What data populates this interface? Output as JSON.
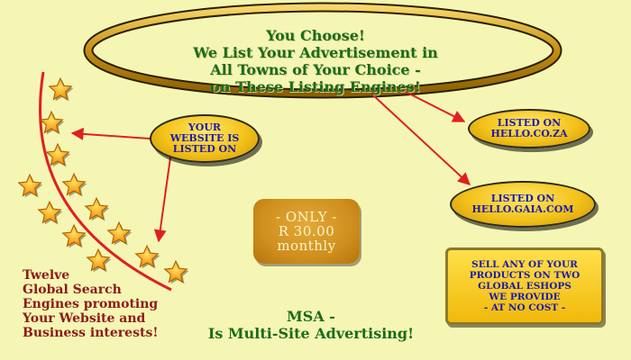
{
  "colors": {
    "background": "#f6f6b4",
    "headline_green": "#1c6b1c",
    "button_text_blue": "#1b1bb0",
    "engines_red": "#8b1a1a",
    "arrow_red": "#e02020",
    "star_gold": "#f4b400"
  },
  "headline": {
    "lines": [
      "You Choose!",
      "We List Your Advertisement in",
      "All Towns of Your Choice -",
      "on These Listing Engines!"
    ]
  },
  "website_listed": {
    "lines": [
      "YOUR",
      "WEBSITE IS",
      "LISTED ON"
    ]
  },
  "listing_hello": {
    "lines": [
      "LISTED ON",
      "HELLO.CO.ZA"
    ]
  },
  "listing_gaia": {
    "lines": [
      "LISTED ON",
      "HELLO.GAIA.COM"
    ]
  },
  "price": {
    "lines": [
      "- ONLY -",
      "R 30.00",
      "monthly"
    ]
  },
  "eshop": {
    "lines": [
      "SELL ANY OF YOUR",
      "PRODUCTS ON TWO",
      "GLOBAL ESHOPS",
      "WE PROVIDE",
      "- AT NO COST -"
    ]
  },
  "search_engines": {
    "lines": [
      "Twelve",
      "Global Search",
      "Engines promoting",
      "Your Website and",
      "Business interests!"
    ],
    "star_icon": "star-icon",
    "star_count": 12
  },
  "msa": {
    "lines": [
      "MSA -",
      "Is Multi-Site Advertising!"
    ]
  }
}
